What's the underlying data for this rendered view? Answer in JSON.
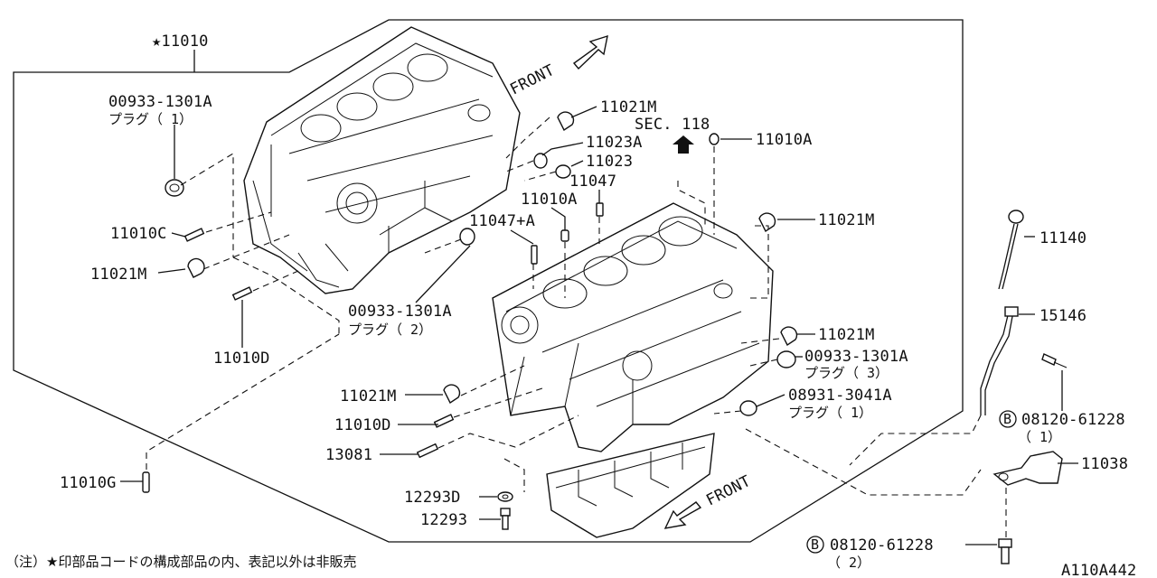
{
  "figure_code": "A110A442",
  "note": "（注）★印部品コードの構成部品の内、表記以外は非販売",
  "section_ref": "SEC. 118",
  "front_label": "FRONT",
  "labels": {
    "p11010": "★11010",
    "p00933_1301A_1": "00933-1301A",
    "plug_1a": "プラグ（ 1）",
    "p11010C": "11010C",
    "p11021M_left": "11021M",
    "p11010D_left": "11010D",
    "p11010G": "11010G",
    "p11021M_top": "11021M",
    "p11023A": "11023A",
    "p11023": "11023",
    "p11047": "11047",
    "p11010A_mid": "11010A",
    "p11047A": "11047+A",
    "p11010A_right": "11010A",
    "p11021M_right1": "11021M",
    "p00933_1301A_2": "00933-1301A",
    "plug_2": "プラグ（ 2）",
    "p11021M_right2": "11021M",
    "p00933_1301A_3": "00933-1301A",
    "plug_3": "プラグ（ 3）",
    "p08931_3041A": "08931-3041A",
    "plug_1b": "プラグ（ 1）",
    "p11021M_low": "11021M",
    "p11010D_low": "11010D",
    "p13081": "13081",
    "p12293D": "12293D",
    "p12293": "12293",
    "p11140": "11140",
    "p15146": "15146",
    "bolt_prefix": "B",
    "p08120_61228_1": "08120-61228",
    "qty_1": "（ 1）",
    "p11038": "11038",
    "p08120_61228_2": "08120-61228",
    "qty_2": "（ 2）"
  }
}
